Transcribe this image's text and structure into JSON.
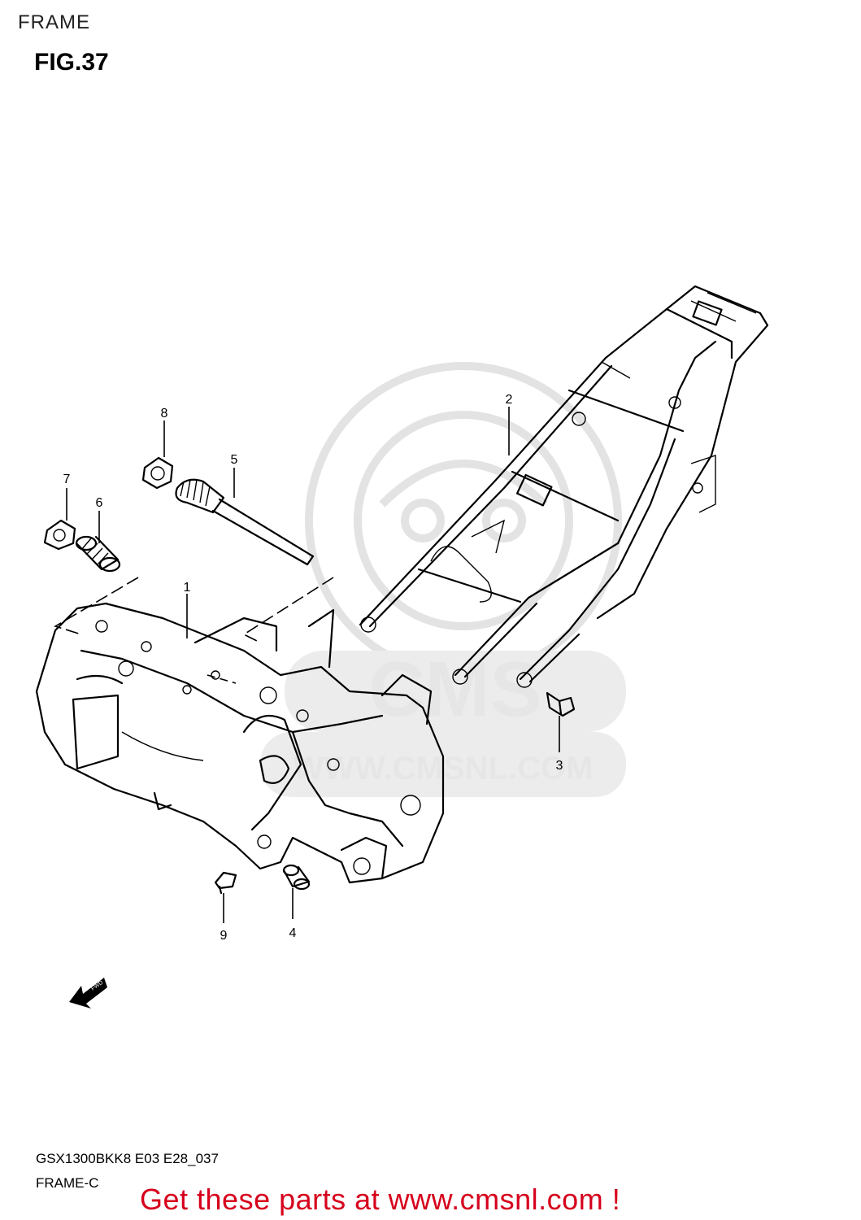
{
  "header": {
    "section": "FRAME",
    "figure": "FIG.37"
  },
  "watermark": {
    "url_text": "WWW.CMSNL.COM",
    "brand_text": "CMS"
  },
  "callouts": [
    {
      "id": "1",
      "label": "1"
    },
    {
      "id": "2",
      "label": "2"
    },
    {
      "id": "3",
      "label": "3"
    },
    {
      "id": "4",
      "label": "4"
    },
    {
      "id": "5",
      "label": "5"
    },
    {
      "id": "6",
      "label": "6"
    },
    {
      "id": "7",
      "label": "7"
    },
    {
      "id": "8",
      "label": "8"
    },
    {
      "id": "9",
      "label": "9"
    }
  ],
  "fwd_label": "FWD",
  "footer": {
    "model_code": "GSX1300BKK8 E03 E28_037",
    "sub": "FRAME-C",
    "cta": "Get these parts at www.cmsnl.com !"
  },
  "colors": {
    "cta": "#d6001c",
    "line": "#000000",
    "watermark": "#e3e3e3"
  }
}
